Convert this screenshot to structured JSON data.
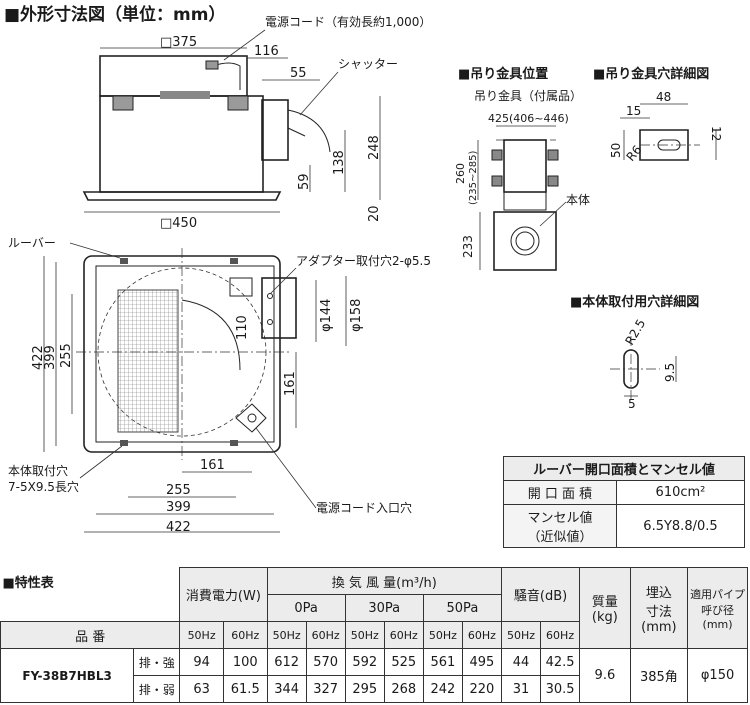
{
  "section_title": "■外形寸法図（単位：mm）",
  "drawing": {
    "cord_note": "電源コード（有効長約1,000）",
    "shutter": "シャッター",
    "louver": "ルーバー",
    "adapter_hole": "アダプター取付穴2-φ5.5",
    "body_hole": "本体取付穴",
    "body_hole_spec": "7-5X9.5長穴",
    "cord_entry": "電源コード入口穴",
    "dims": {
      "sq375": "□375",
      "d116": "116",
      "d55": "55",
      "d248": "248",
      "d138": "138",
      "d59": "59",
      "d20": "20",
      "sq450": "□450",
      "d422v": "422",
      "d399v": "399",
      "d255v": "255",
      "d110": "110",
      "phi144": "φ144",
      "phi158": "φ158",
      "d161v": "161",
      "d161h": "161",
      "d255h": "255",
      "d399h": "399",
      "d422h": "422"
    }
  },
  "hanger": {
    "title": "■吊り金具位置",
    "fitting": "吊り金具（付属品）",
    "d425": "425(406~446)",
    "d260": "260",
    "d260sub": "(235~285)",
    "d233": "233",
    "body": "本体"
  },
  "hanger_hole": {
    "title": "■吊り金具穴詳細図",
    "d48": "48",
    "d15": "15",
    "d12": "12",
    "d50": "50",
    "r6": "R6"
  },
  "body_hole_detail": {
    "title": "■本体取付用穴詳細図",
    "r25": "R2.5",
    "d95": "9.5",
    "d5": "5"
  },
  "louver_table": {
    "title": "ルーバー開口面積とマンセル値",
    "rows": [
      {
        "key": "開 口 面 積",
        "value": "610cm²"
      },
      {
        "key": "マンセル値\n（近似値）",
        "value": "6.5Y8.8/0.5"
      }
    ]
  },
  "spec": {
    "title": "■特性表",
    "h_power": "消費電力(W)",
    "h_air": "換 気 風 量(m³/h)",
    "h_noise": "騒音(dB)",
    "h_mass": "質量\n(kg)",
    "h_size": "埋込\n寸法\n(mm)",
    "h_pipe": "適用パイプ\n呼び径\n(mm)",
    "p0": "0Pa",
    "p30": "30Pa",
    "p50": "50Pa",
    "hz50": "50Hz",
    "hz60": "60Hz",
    "h_model": "品 番",
    "model": "FY-38B7HBL3",
    "mass": "9.6",
    "size": "385角",
    "pipe": "φ150",
    "rows": [
      {
        "mode": "排・強",
        "vals": [
          "94",
          "100",
          "612",
          "570",
          "592",
          "525",
          "561",
          "495",
          "44",
          "42.5"
        ]
      },
      {
        "mode": "排・弱",
        "vals": [
          "63",
          "61.5",
          "344",
          "327",
          "295",
          "268",
          "242",
          "220",
          "31",
          "30.5"
        ]
      }
    ]
  }
}
